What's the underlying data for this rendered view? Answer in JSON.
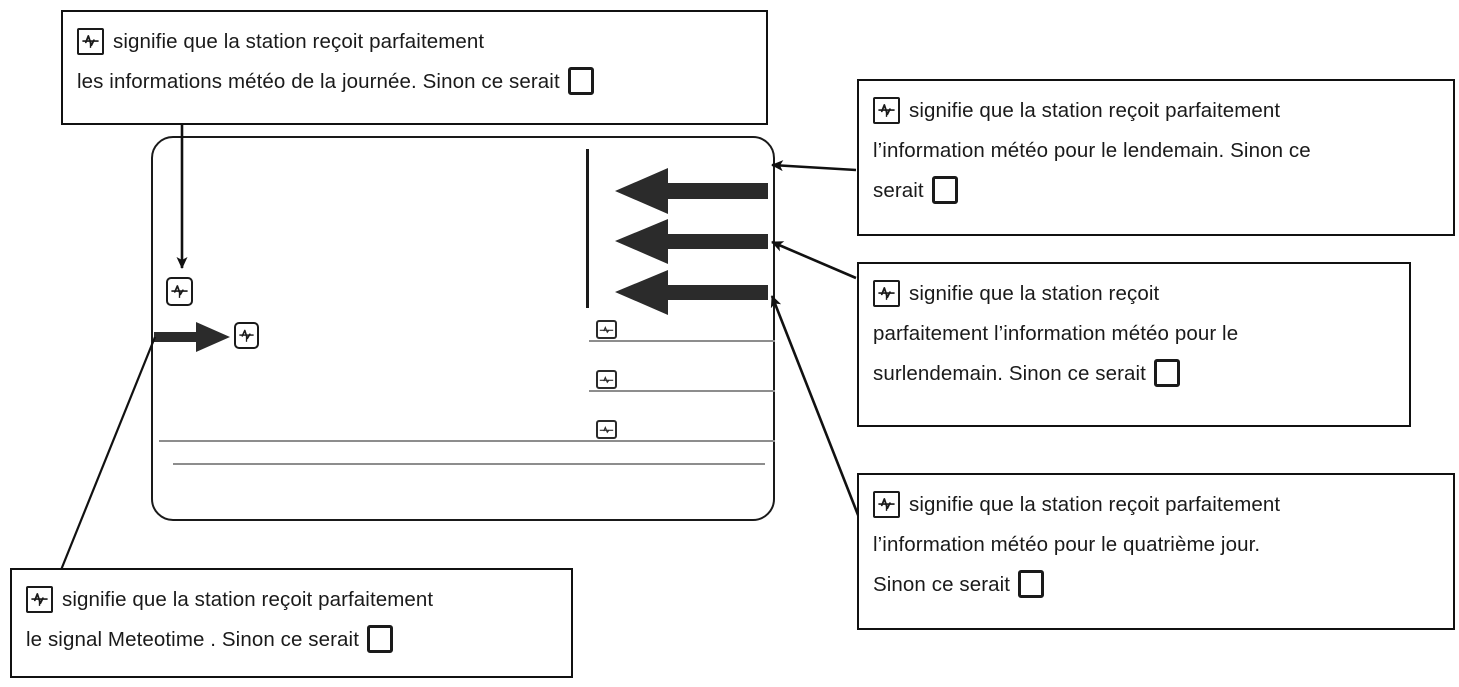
{
  "document": {
    "title": "Explication des indicateurs de reception de la station meteo",
    "language": "fr"
  },
  "glyphs": {
    "signal_icon_name": "weather-signal-reception-icon",
    "empty_box_icon_name": "empty-checkbox-icon"
  },
  "colors": {
    "ink": "#1a1a1a",
    "box_border": "#111111",
    "rule_gray": "#8d8d8d",
    "background": "#ffffff"
  },
  "device": {
    "name": "station-meteo-display",
    "rows": [
      {
        "id": "row-lendemain",
        "icon": "signal-icon"
      },
      {
        "id": "row-surlendemain",
        "icon": "signal-icon"
      },
      {
        "id": "row-quatrieme-jour",
        "icon": "signal-icon"
      }
    ],
    "left_icons": [
      {
        "id": "icon-journee",
        "icon": "signal-icon"
      },
      {
        "id": "icon-meteotime",
        "icon": "signal-icon"
      }
    ]
  },
  "callouts": {
    "top_left": {
      "name": "callout-journee",
      "lines": [
        {
          "icon": "signal",
          "text": "signifie que la station reçoit parfaitement",
          "box": false
        },
        {
          "icon": null,
          "text": "les informations météo de la journée. Sinon ce serait",
          "box": true
        }
      ]
    },
    "right_top": {
      "name": "callout-lendemain",
      "lines": [
        {
          "icon": "signal",
          "text": "signifie que la station reçoit parfaitement",
          "box": false
        },
        {
          "icon": null,
          "text": "l’information météo pour le lendemain. Sinon ce",
          "box": false
        },
        {
          "icon": null,
          "text": "serait",
          "box": true
        }
      ]
    },
    "right_middle": {
      "name": "callout-surlendemain",
      "lines": [
        {
          "icon": "signal",
          "text": "signifie que la station reçoit",
          "box": false
        },
        {
          "icon": null,
          "text": "parfaitement l’information météo pour le",
          "box": false
        },
        {
          "icon": null,
          "text": "surlendemain. Sinon ce serait",
          "box": true
        }
      ]
    },
    "right_bottom": {
      "name": "callout-quatrieme-jour",
      "lines": [
        {
          "icon": "signal",
          "text": "signifie que la station reçoit parfaitement",
          "box": false
        },
        {
          "icon": null,
          "text": "l’information météo pour le quatrième jour.",
          "box": false
        },
        {
          "icon": null,
          "text": "Sinon ce serait",
          "box": true
        }
      ]
    },
    "bottom_left": {
      "name": "callout-signal-meteotime",
      "lines": [
        {
          "icon": "signal",
          "text": "signifie que la station reçoit parfaitement",
          "box": false
        },
        {
          "icon": null,
          "text": "le signal Meteotime . Sinon ce serait",
          "box": true
        }
      ]
    }
  }
}
